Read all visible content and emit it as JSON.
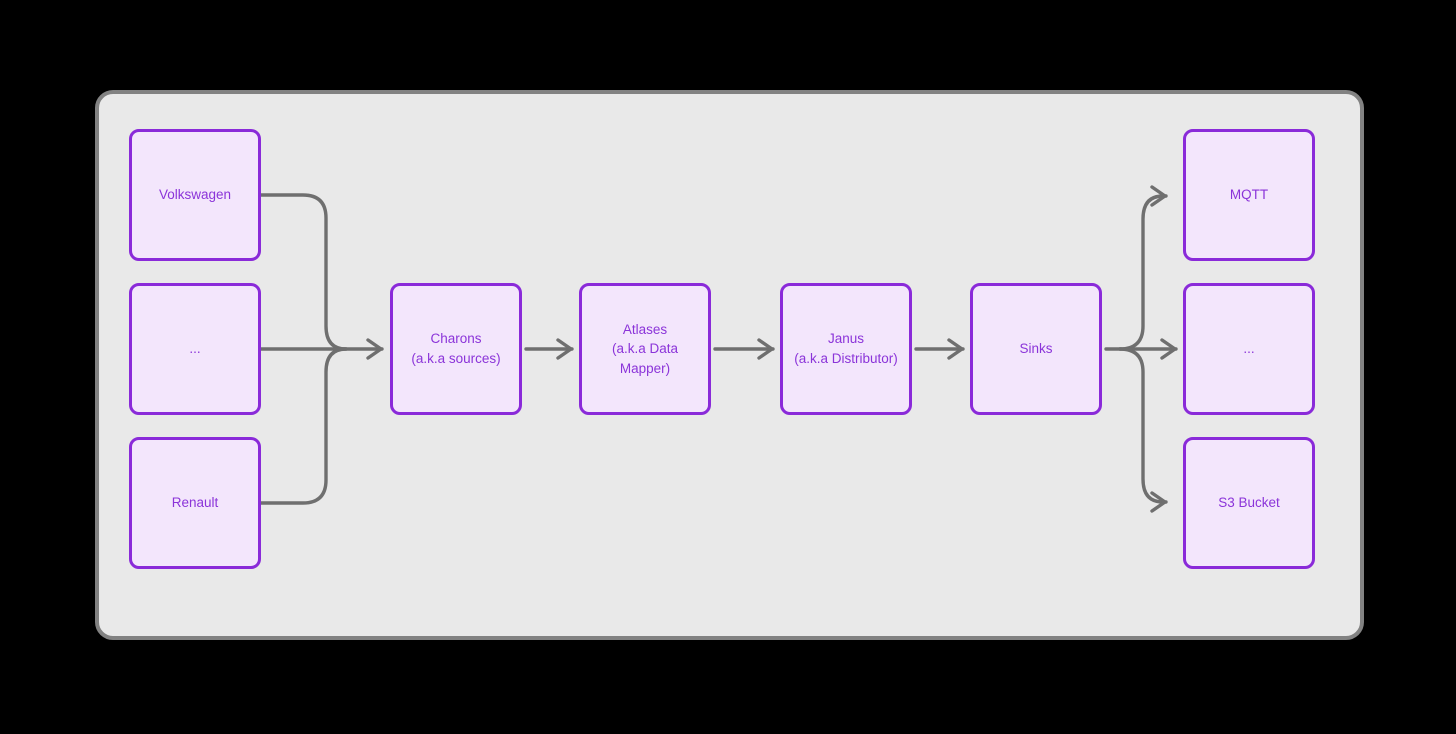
{
  "colors": {
    "page_bg": "#000000",
    "panel_bg": "#e9e9e9",
    "panel_border": "#828282",
    "node_fill": "#f3e6fc",
    "node_border": "#8a2ad9",
    "node_text": "#8b34d9",
    "arrow": "#6f6f6f"
  },
  "diagram": {
    "nodes": {
      "volkswagen": {
        "lines": [
          "Volkswagen"
        ]
      },
      "sources_more": {
        "lines": [
          "..."
        ]
      },
      "renault": {
        "lines": [
          "Renault"
        ]
      },
      "charons": {
        "lines": [
          "Charons",
          "(a.k.a sources)"
        ]
      },
      "atlases": {
        "lines": [
          "Atlases",
          "(a.k.a Data",
          "Mapper)"
        ]
      },
      "janus": {
        "lines": [
          "Janus",
          "(a.k.a Distributor)"
        ]
      },
      "sinks": {
        "lines": [
          "Sinks"
        ]
      },
      "mqtt": {
        "lines": [
          "MQTT"
        ]
      },
      "sinks_more": {
        "lines": [
          "..."
        ]
      },
      "s3_bucket": {
        "lines": [
          "S3 Bucket"
        ]
      }
    },
    "edges": [
      {
        "from": "volkswagen",
        "to": "charons"
      },
      {
        "from": "sources_more",
        "to": "charons"
      },
      {
        "from": "renault",
        "to": "charons"
      },
      {
        "from": "charons",
        "to": "atlases"
      },
      {
        "from": "atlases",
        "to": "janus"
      },
      {
        "from": "janus",
        "to": "sinks"
      },
      {
        "from": "sinks",
        "to": "mqtt"
      },
      {
        "from": "sinks",
        "to": "sinks_more"
      },
      {
        "from": "sinks",
        "to": "s3_bucket"
      }
    ]
  }
}
